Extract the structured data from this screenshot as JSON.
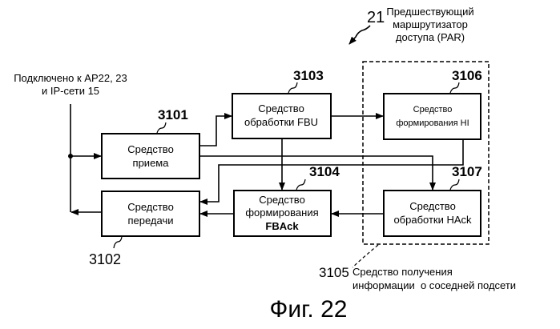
{
  "figure_title": "Фиг. 22",
  "device": {
    "ref": "21",
    "label": [
      "Предшествующий",
      "маршрутизатор",
      "доступа (PAR)"
    ]
  },
  "connection_label": [
    "Подключено к AP22, 23",
    "и IP-сети 15"
  ],
  "blocks": {
    "b3101": {
      "ref": "3101",
      "lines": [
        "Средство",
        "приема"
      ]
    },
    "b3102": {
      "ref": "3102",
      "lines": [
        "Средство",
        "передачи"
      ]
    },
    "b3103": {
      "ref": "3103",
      "lines": [
        "Средство",
        "обработки FBU"
      ]
    },
    "b3104": {
      "ref": "3104",
      "lines": [
        "Средство",
        "формирования",
        "FBAck"
      ]
    },
    "b3106": {
      "ref": "3106",
      "lines": [
        "Средство",
        "формирования HI"
      ]
    },
    "b3107": {
      "ref": "3107",
      "lines": [
        "Средство",
        "обработки HAck"
      ]
    }
  },
  "group": {
    "ref": "3105",
    "label": [
      "Средство получения",
      "информации  о соседней подсети"
    ]
  }
}
